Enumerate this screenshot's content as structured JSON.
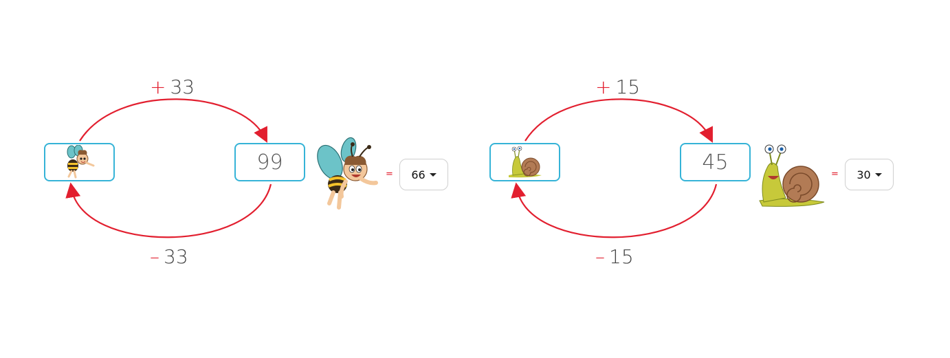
{
  "puzzles": [
    {
      "character": "bee",
      "top_op": {
        "sign": "+",
        "value": "33"
      },
      "bottom_op": {
        "sign": "–",
        "value": "33"
      },
      "right_value": "99",
      "equals": "=",
      "answer": "66",
      "colors": {
        "arrow": "#e21f2f",
        "box_border": "#35b3d7"
      }
    },
    {
      "character": "snail",
      "top_op": {
        "sign": "+",
        "value": "15"
      },
      "bottom_op": {
        "sign": "–",
        "value": "15"
      },
      "right_value": "45",
      "equals": "=",
      "answer": "30",
      "colors": {
        "arrow": "#e21f2f",
        "box_border": "#35b3d7"
      }
    }
  ]
}
